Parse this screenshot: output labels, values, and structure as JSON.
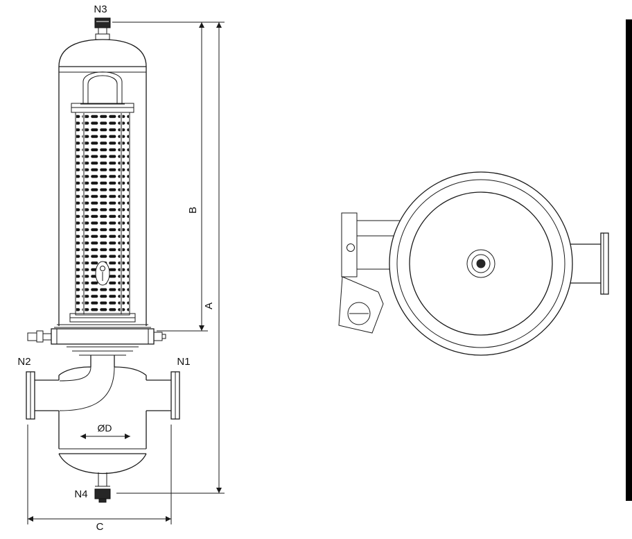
{
  "drawing": {
    "labels": {
      "n1": "N1",
      "n2": "N2",
      "n3": "N3",
      "n4": "N4",
      "diameter": "ØD"
    },
    "dimensions": {
      "a": "A",
      "b": "B",
      "c": "C"
    },
    "colors": {
      "line": "#1a1a1a",
      "background": "#ffffff"
    }
  }
}
